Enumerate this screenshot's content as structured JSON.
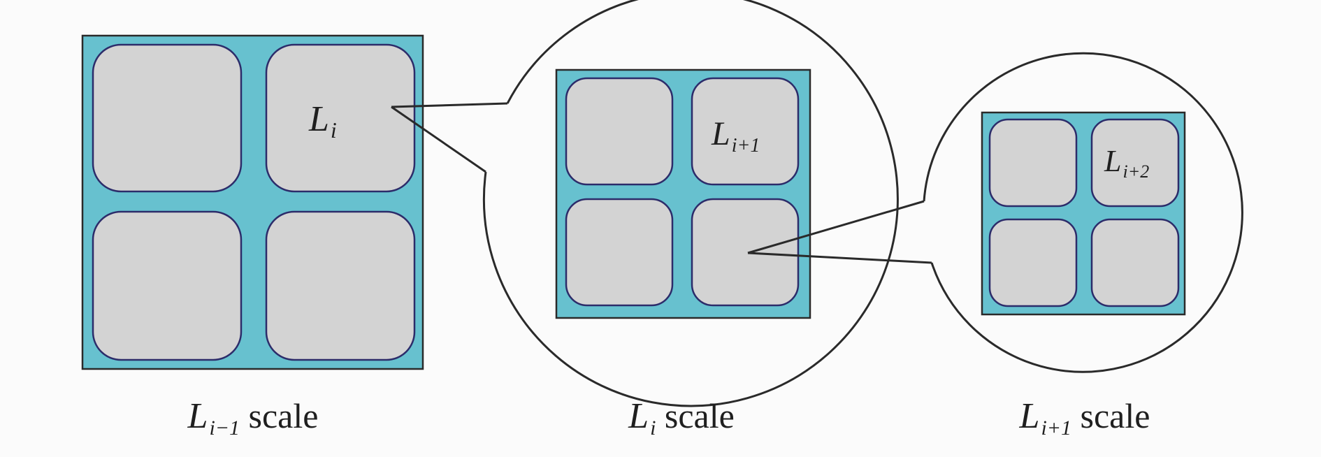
{
  "colors": {
    "matrix_fill": "#67c1cf",
    "cell_fill": "#d3d3d3",
    "cell_stroke": "#2c2c6a",
    "frame_stroke": "#2a2a2a",
    "background": "#fbfbfb"
  },
  "scales": [
    {
      "name_letter": "L",
      "name_sub": "i",
      "inner_letter": "L",
      "inner_sub": "i",
      "label_letter": "L",
      "label_sub": "i−1",
      "label_suffix": " scale"
    },
    {
      "name_letter": "L",
      "name_sub": "i+1",
      "inner_letter": "L",
      "inner_sub": "i+1",
      "label_letter": "L",
      "label_sub": "i",
      "label_suffix": " scale"
    },
    {
      "name_letter": "L",
      "name_sub": "i+2",
      "inner_letter": "L",
      "inner_sub": "i+2",
      "label_letter": "L",
      "label_sub": "i+1",
      "label_suffix": " scale"
    }
  ]
}
